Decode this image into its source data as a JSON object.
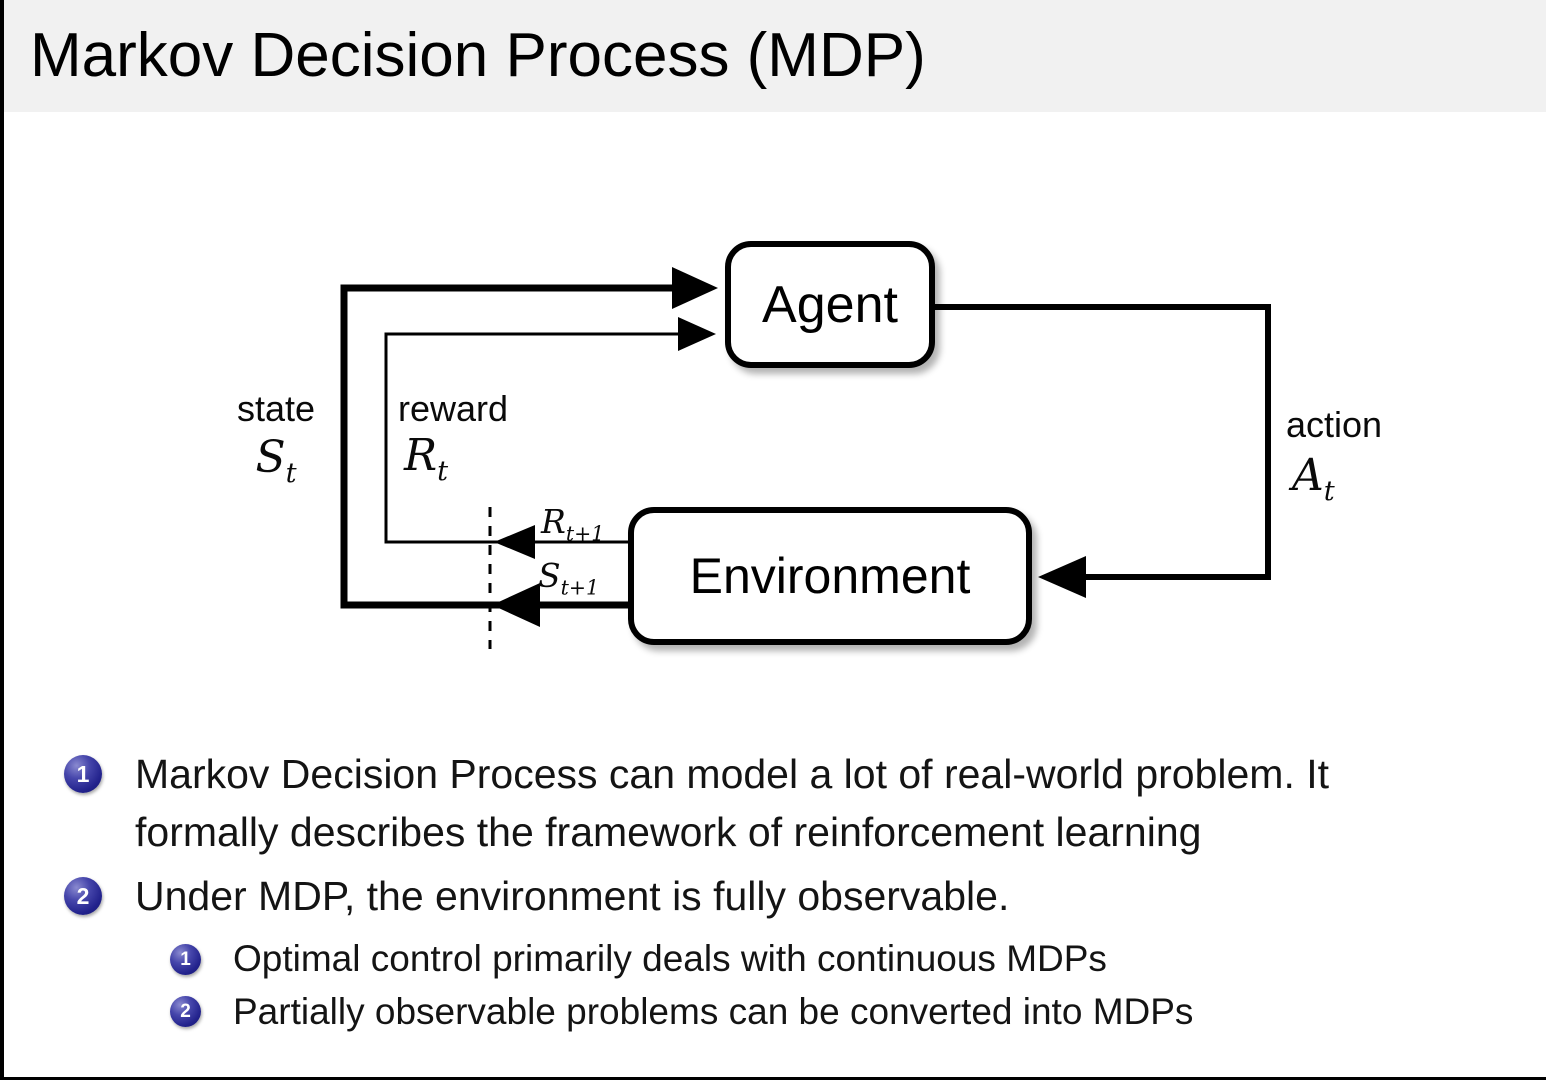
{
  "slide": {
    "title": "Markov Decision Process (MDP)"
  },
  "diagram": {
    "agent_label": "Agent",
    "environment_label": "Environment",
    "state_word": "state",
    "reward_word": "reward",
    "action_word": "action",
    "state_math": {
      "base": "S",
      "sub": "t"
    },
    "reward_math": {
      "base": "R",
      "sub": "t"
    },
    "action_math": {
      "base": "A",
      "sub": "t"
    },
    "next_reward_math": {
      "base": "R",
      "sub": "t+1"
    },
    "next_state_math": {
      "base": "S",
      "sub": "t+1"
    }
  },
  "bullets": {
    "item1": {
      "number": "1",
      "line1": "Markov Decision Process can model a lot of real-world problem. It",
      "line2": "formally describes the framework of reinforcement learning"
    },
    "item2": {
      "number": "2",
      "text": "Under MDP, the environment is fully observable."
    },
    "sub_item1": {
      "number": "1",
      "text": "Optimal control primarily deals with continuous MDPs"
    },
    "sub_item2": {
      "number": "2",
      "text": "Partially observable problems can be converted into MDPs"
    }
  },
  "colors": {
    "title_bar_bg": "#f1f1f1",
    "body_bg": "#ffffff",
    "text": "#111111",
    "diagram_line": "#000000",
    "enum_ball": "#2b2b8f"
  }
}
